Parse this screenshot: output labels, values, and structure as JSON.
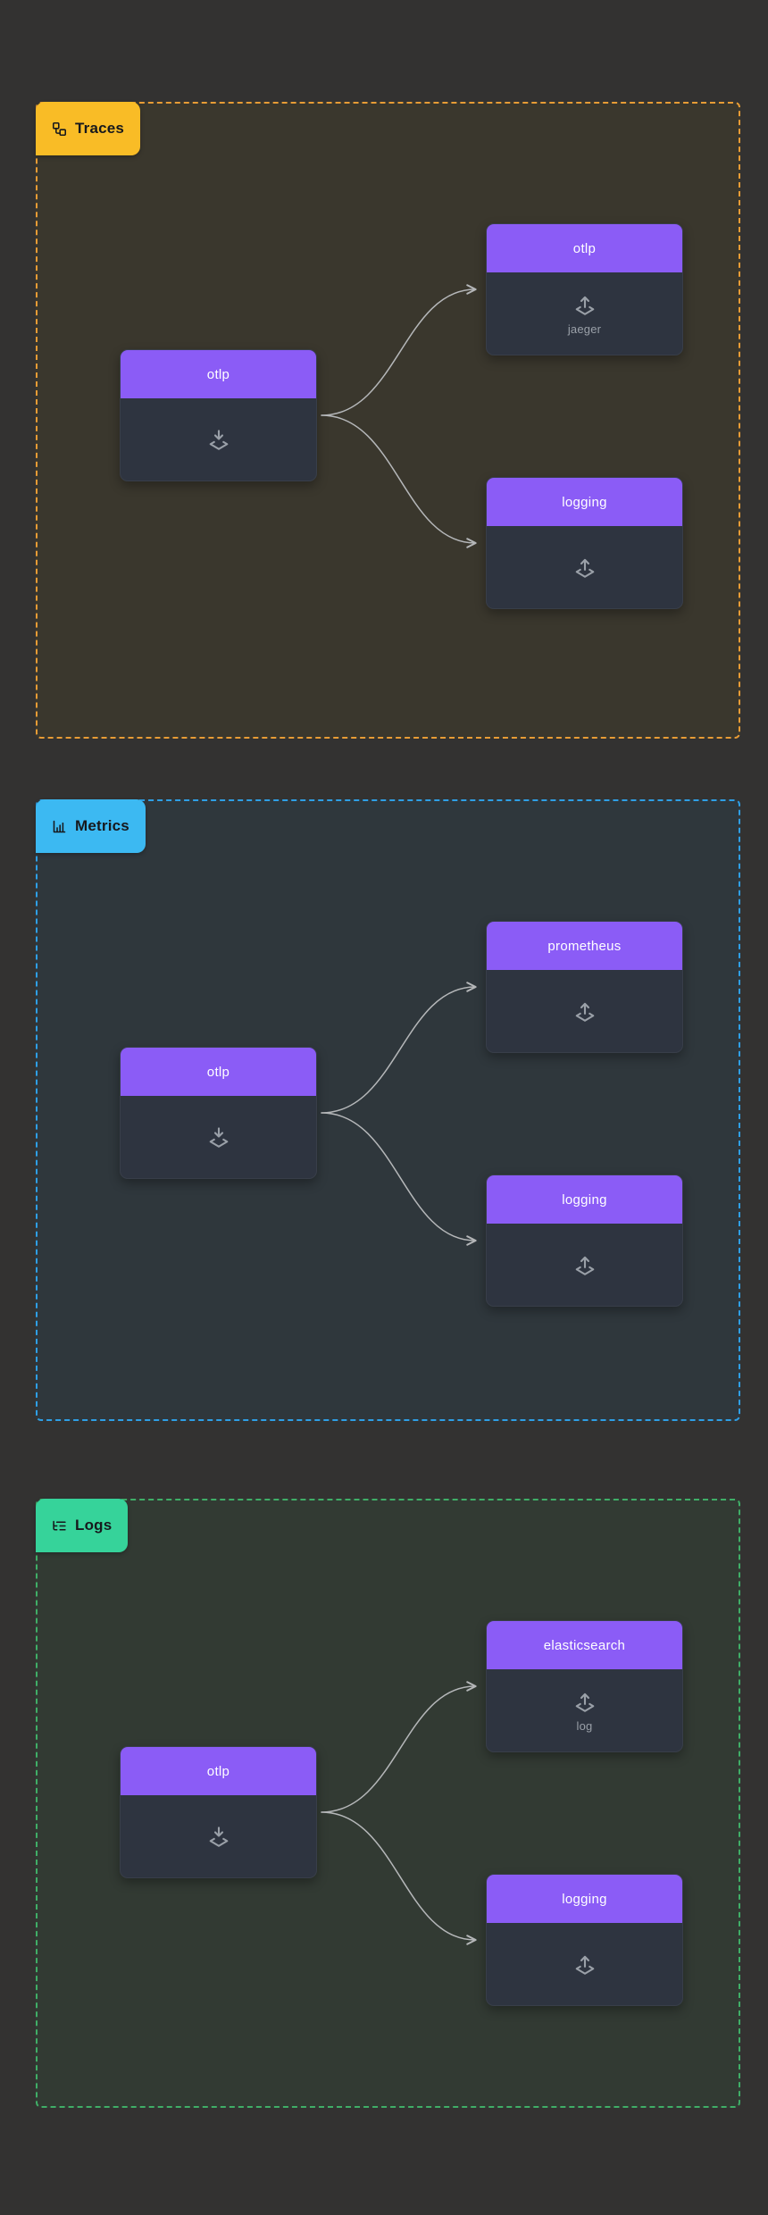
{
  "page": {
    "bg": "#333231"
  },
  "arrow_color": "#b5b7b9",
  "node_style": {
    "header_bg": "#8b5cf6",
    "body_bg": "#2e3440",
    "title_color": "#ffffff",
    "subtitle_color": "#9aa0a8",
    "icon_color": "#9aa0a8"
  },
  "sections": [
    {
      "id": "traces",
      "label": "Traces",
      "icon": "workflow-icon",
      "label_bg": "#f9bc26",
      "border_color": "#e89c35",
      "bg": "#3a372d",
      "nodes": [
        {
          "role": "receiver",
          "title": "otlp",
          "subtitle": "",
          "icon": "download-icon"
        },
        {
          "role": "exporter",
          "title": "otlp",
          "subtitle": "jaeger",
          "icon": "upload-icon"
        },
        {
          "role": "exporter",
          "title": "logging",
          "subtitle": "",
          "icon": "upload-icon"
        }
      ]
    },
    {
      "id": "metrics",
      "label": "Metrics",
      "icon": "bar-chart-icon",
      "label_bg": "#3cb9f2",
      "border_color": "#2e9fe6",
      "bg": "#2f373c",
      "nodes": [
        {
          "role": "receiver",
          "title": "otlp",
          "subtitle": "",
          "icon": "download-icon"
        },
        {
          "role": "exporter",
          "title": "prometheus",
          "subtitle": "",
          "icon": "upload-icon"
        },
        {
          "role": "exporter",
          "title": "logging",
          "subtitle": "",
          "icon": "upload-icon"
        }
      ]
    },
    {
      "id": "logs",
      "label": "Logs",
      "icon": "list-tree-icon",
      "label_bg": "#36d39a",
      "border_color": "#3fae67",
      "bg": "#323a33",
      "nodes": [
        {
          "role": "receiver",
          "title": "otlp",
          "subtitle": "",
          "icon": "download-icon"
        },
        {
          "role": "exporter",
          "title": "elasticsearch",
          "subtitle": "log",
          "icon": "upload-icon"
        },
        {
          "role": "exporter",
          "title": "logging",
          "subtitle": "",
          "icon": "upload-icon"
        }
      ]
    }
  ]
}
